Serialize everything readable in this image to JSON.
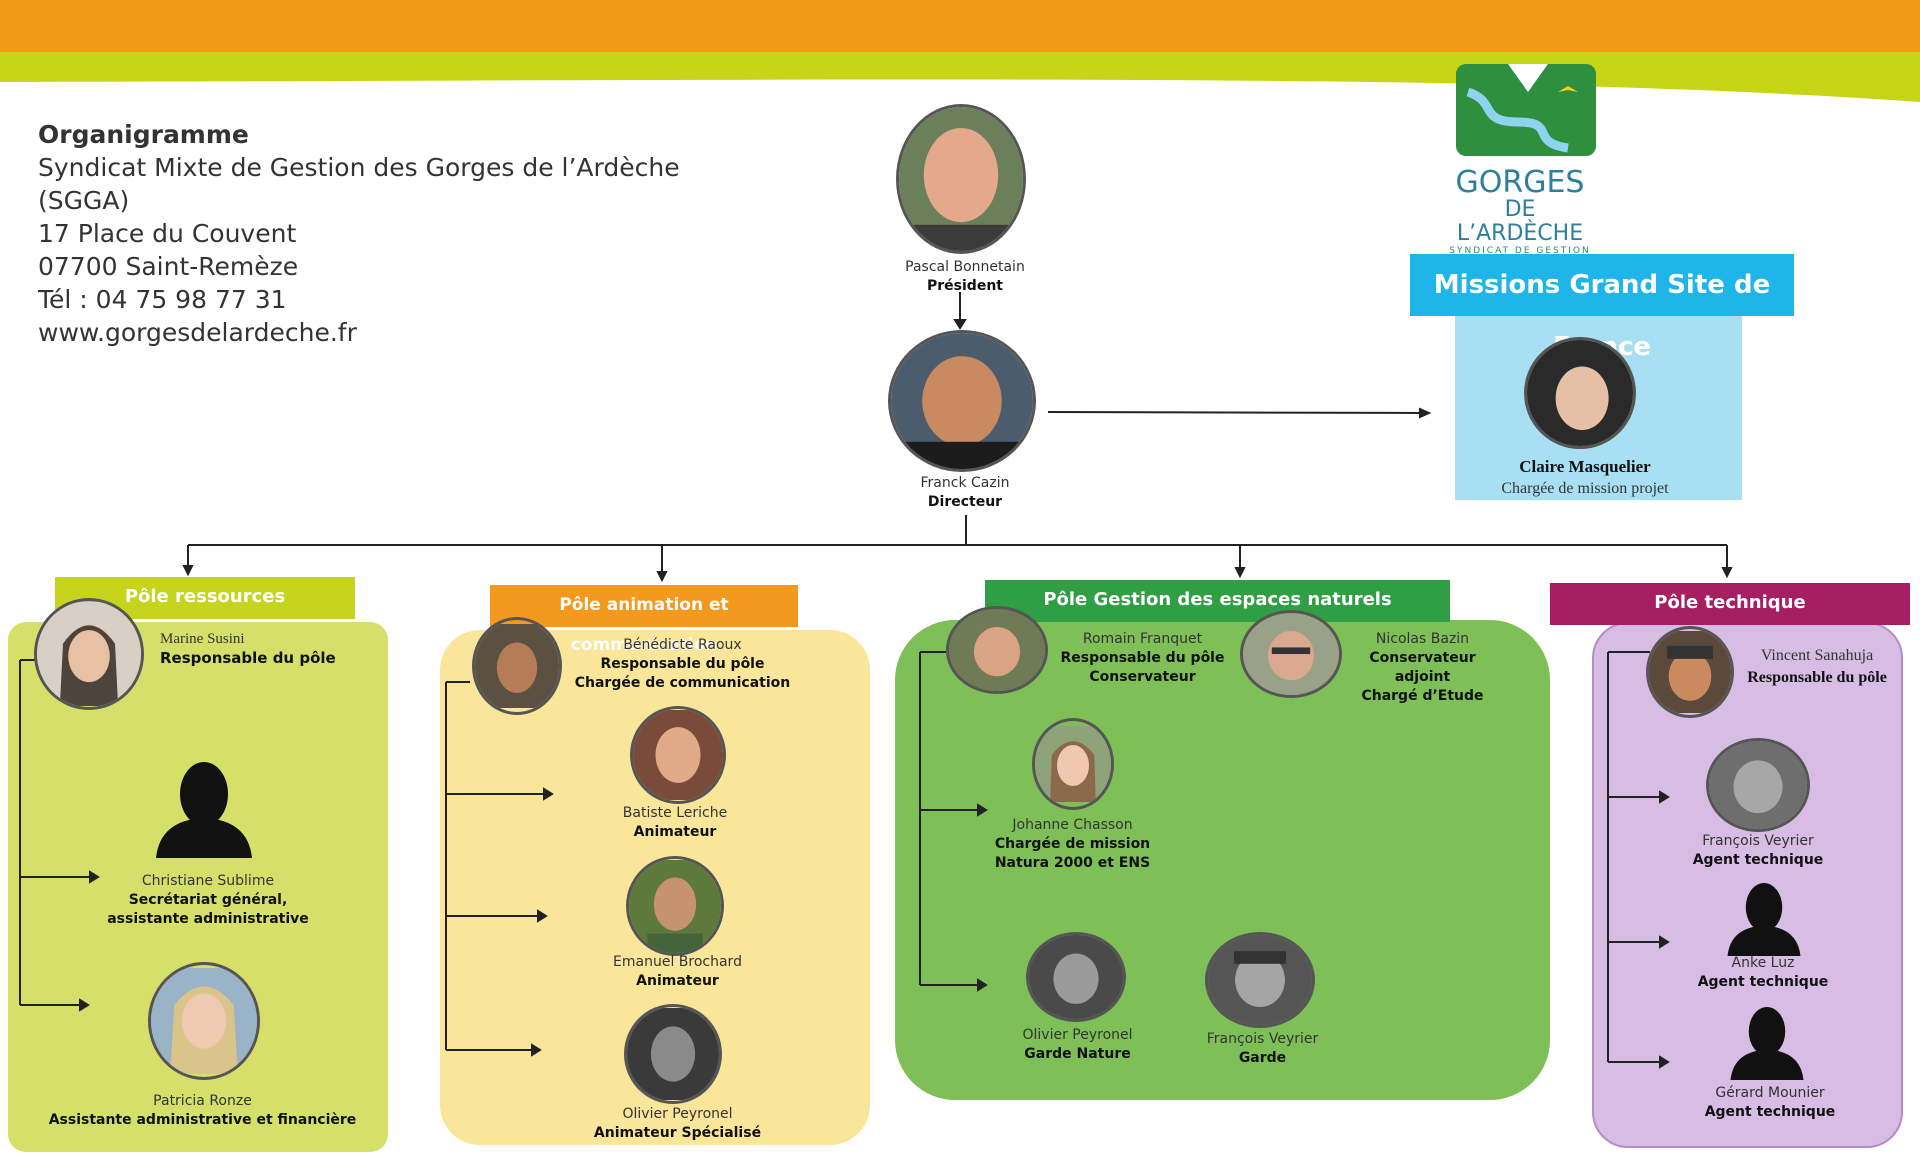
{
  "header": {
    "title": "Organigramme",
    "lines": [
      "Syndicat Mixte de Gestion des Gorges de l’Ardèche",
      "(SGGA)",
      "17 Place du Couvent",
      "07700 Saint-Remèze",
      "Tél : 04 75 98 77 31",
      "www.gorgesdelardeche.fr"
    ]
  },
  "logo": {
    "line1": "GORGES",
    "line2": "DE L’ARDÈCHE",
    "line3": "SYNDICAT DE GESTION"
  },
  "colors": {
    "orange_bar": "#f29a13",
    "green_bar": "#c6d518",
    "ressources": "#d7df6b",
    "ressources_title": "#c7d41e",
    "animation": "#f9e69a",
    "animation_title": "#f39a1e",
    "gestion": "#7fbf57",
    "gestion_title": "#2f9e44",
    "technique": "#d7bde3",
    "technique_title": "#a71f63",
    "missions": "#a8dff3",
    "missions_title": "#1fb5e8"
  },
  "president": {
    "name": "Pascal Bonnetain",
    "role": "Président"
  },
  "director": {
    "name": "Franck Cazin",
    "role": "Directeur"
  },
  "missions": {
    "title": "Missions Grand Site de France",
    "person": {
      "name": "Claire Masquelier",
      "role": "Chargée de mission projet"
    }
  },
  "poles": {
    "ressources": {
      "title": "Pôle ressources",
      "head": {
        "name": "Marine Susini",
        "role": "Responsable du pôle"
      },
      "members": [
        {
          "name": "Christiane Sublime",
          "role1": "Secrétariat général,",
          "role2": "assistante administrative"
        },
        {
          "name": "Patricia Ronze",
          "role1": "Assistante administrative et financière"
        }
      ]
    },
    "animation": {
      "title": "Pôle animation et communication",
      "head": {
        "name": "Bénédicte Raoux",
        "role1": "Responsable du pôle",
        "role2": "Chargée de communication"
      },
      "members": [
        {
          "name": "Batiste Leriche",
          "role": "Animateur"
        },
        {
          "name": "Emanuel Brochard",
          "role": "Animateur"
        },
        {
          "name": "Olivier Peyronel",
          "role": "Animateur Spécialisé"
        }
      ]
    },
    "gestion": {
      "title": "Pôle Gestion des espaces naturels",
      "head": {
        "name": "Romain Franquet",
        "role1": "Responsable du pôle",
        "role2": "Conservateur"
      },
      "deputy": {
        "name": "Nicolas Bazin",
        "role1": "Conservateur adjoint",
        "role2": "Chargé d’Etude"
      },
      "members": [
        {
          "name": "Johanne Chasson",
          "role1": "Chargée de mission",
          "role2": "Natura 2000 et ENS"
        },
        {
          "name": "Olivier Peyronel",
          "role1": "Garde Nature"
        },
        {
          "name": "François Veyrier",
          "role1": "Garde"
        }
      ]
    },
    "technique": {
      "title": "Pôle technique",
      "head": {
        "name": "Vincent Sanahuja",
        "role": "Responsable du pôle"
      },
      "members": [
        {
          "name": "François Veyrier",
          "role": "Agent technique"
        },
        {
          "name": "Anke Luz",
          "role": "Agent technique"
        },
        {
          "name": "Gérard Mounier",
          "role": "Agent technique"
        }
      ]
    }
  }
}
